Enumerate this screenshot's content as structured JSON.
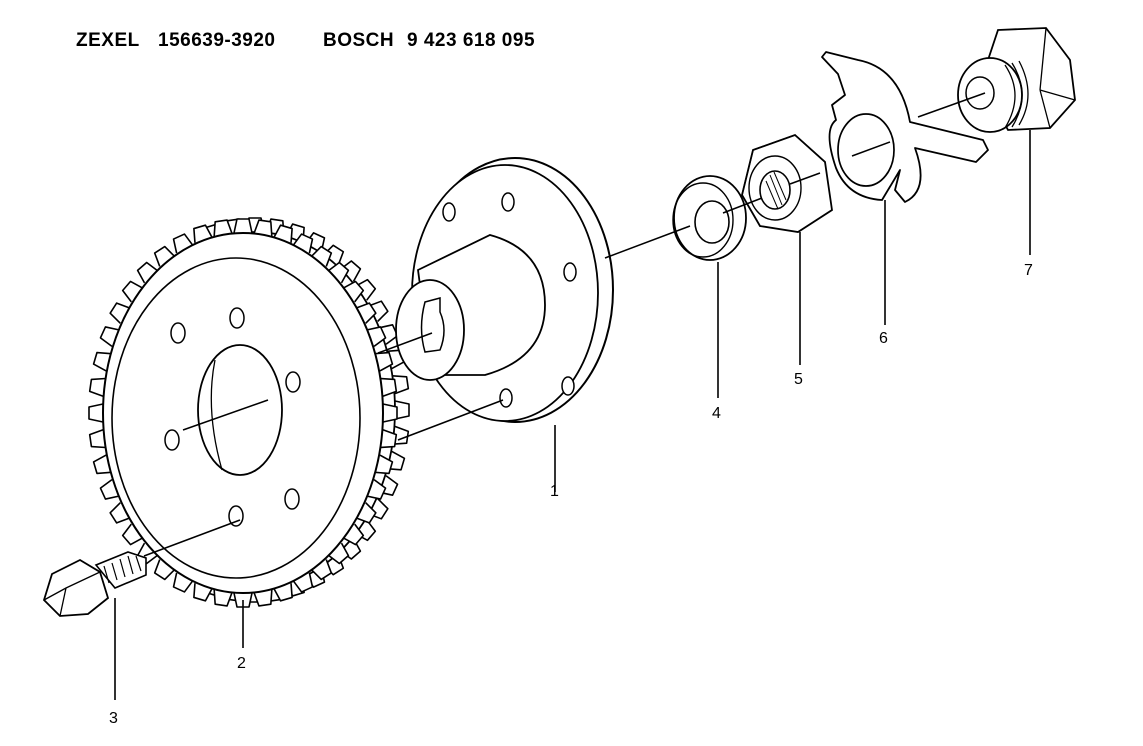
{
  "header": {
    "brand_1": "ZEXEL",
    "part_number_1": "156639-3920",
    "brand_2": "BOSCH",
    "part_number_2": "9 423 618 095"
  },
  "callouts": {
    "hub": "1",
    "gear": "2",
    "bolt": "3",
    "washer": "4",
    "nut": "5",
    "lock_plate": "6",
    "cap_nut": "7"
  }
}
